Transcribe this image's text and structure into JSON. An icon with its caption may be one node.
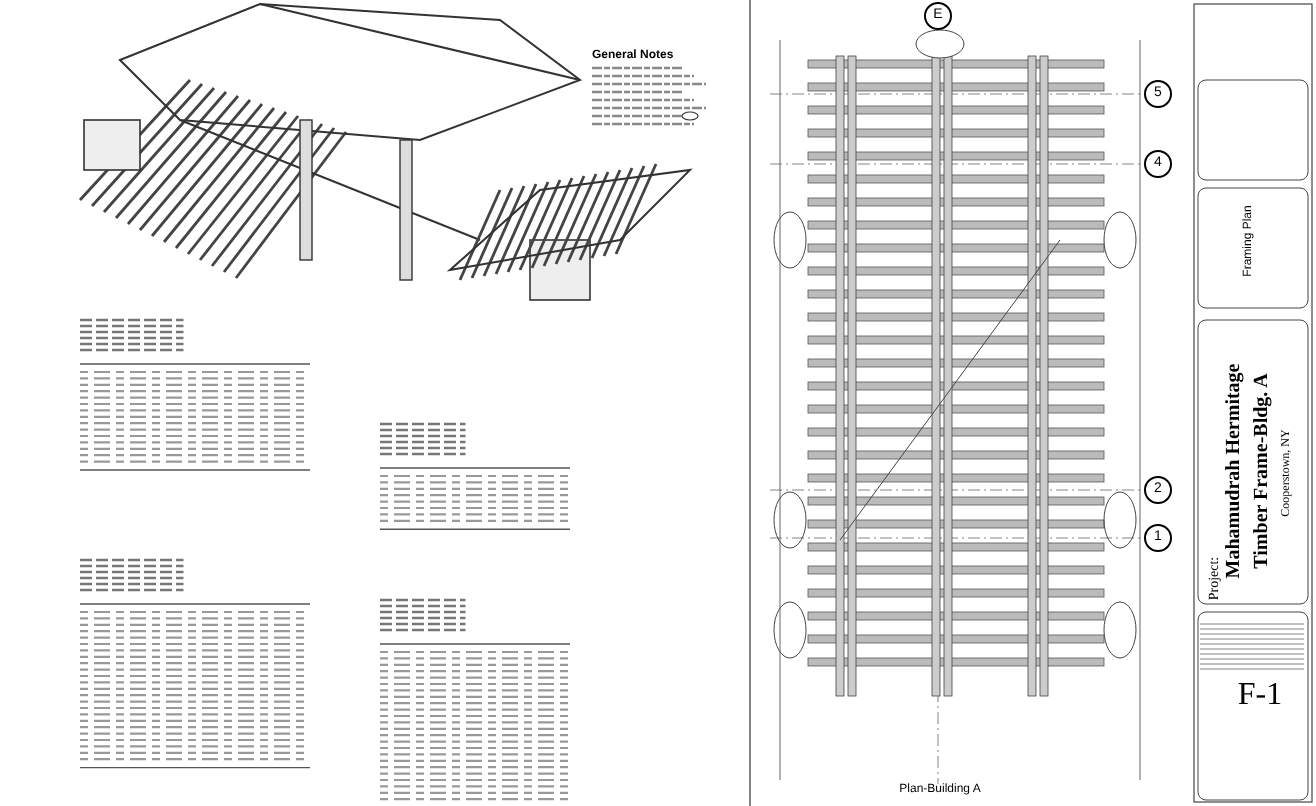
{
  "diagram": {
    "labels": [
      "General Notes",
      "E",
      "5",
      "4",
      "2",
      "1",
      "Plan-Building A",
      "Framing Plan",
      "Project:",
      "Mahamudrah Hermitage",
      "Timber Frame-Bldg. A",
      "Cooperstown, NY",
      "F-1"
    ]
  }
}
